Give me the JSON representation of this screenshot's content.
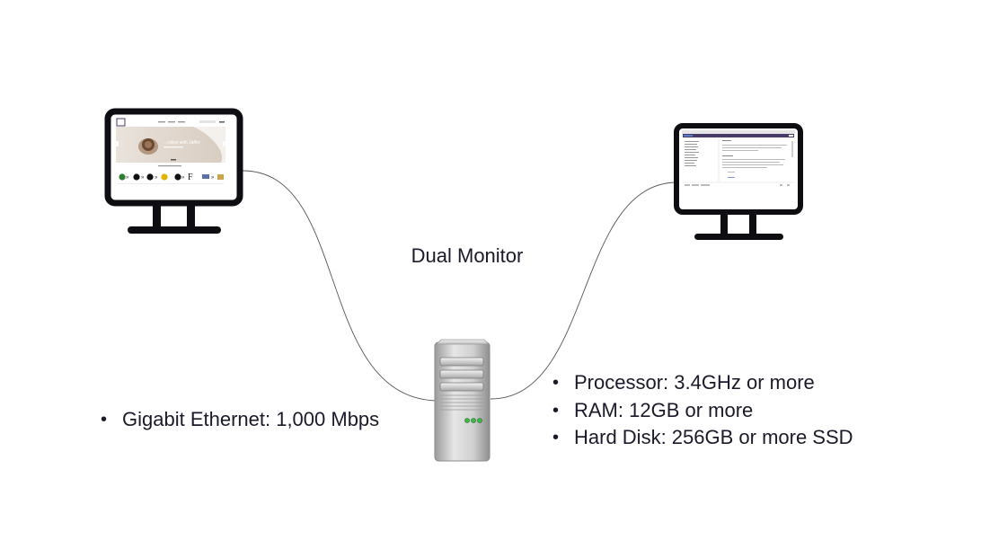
{
  "diagram": {
    "title": "Dual Monitor",
    "network_specs": [
      "Gigabit Ethernet: 1,000 Mbps"
    ],
    "hardware_specs": [
      "Processor: 3.4GHz or more",
      "RAM: 12GB or more",
      "Hard Disk: 256GB or more SSD"
    ]
  },
  "left_screen": {
    "hero_text": "...rative with Jaffer"
  },
  "colors": {
    "stroke": "#0d0d12",
    "cable": "#555555",
    "server_body": "#c4c4c4",
    "server_led": "#3db84a",
    "accent_purple": "#4a3a6a"
  },
  "icons": [
    "monitor-icon",
    "server-tower-icon"
  ]
}
